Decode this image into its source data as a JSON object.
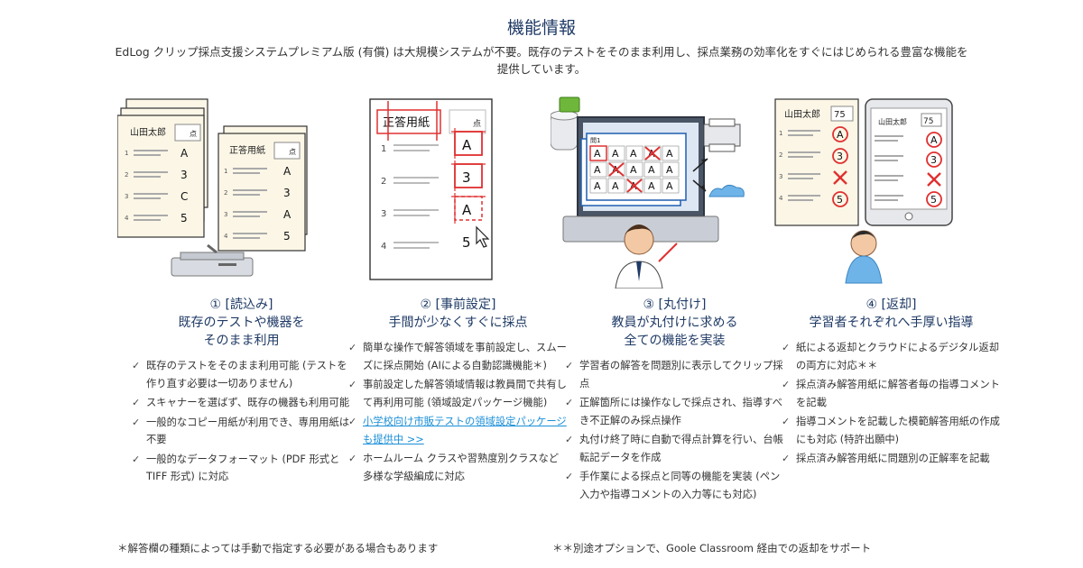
{
  "title": "機能情報",
  "intro": "EdLog クリップ採点支援システムプレミアム版 (有償) は大規模システムが不要。既存のテストをそのまま利用し、採点業務の効率化をすぐにはじめられる豊富な機能を提供しています。",
  "steps": [
    {
      "num": "① [読込み]",
      "heading": [
        "既存のテストや機器を",
        "そのまま利用"
      ],
      "bullets": [
        "既存のテストをそのまま利用可能 (テストを作り直す必要は一切ありません)",
        "スキャナーを選ばず、既存の機器も利用可能",
        "一般的なコピー用紙が利用でき、専用用紙は不要",
        "一般的なデータフォーマット (PDF 形式と TIFF 形式) に対応"
      ]
    },
    {
      "num": "② [事前設定]",
      "heading": [
        "手間が少なくすぐに採点"
      ],
      "bullets": [
        "簡単な操作で解答領域を事前設定し、スムーズに採点開始 (AIによる自動認識機能＊)",
        "事前設定した解答領域情報は教員間で共有して再利用可能 (領域設定パッケージ機能)",
        "小学校向け市販テストの領域設定パッケージも提供中 >>",
        "ホームルーム クラスや習熟度別クラスなど多様な学級編成に対応"
      ]
    },
    {
      "num": "③ [丸付け]",
      "heading": [
        "教員が丸付けに求める",
        "全ての機能を実装"
      ],
      "bullets": [
        "学習者の解答を問題別に表示してクリップ採点",
        "正解箇所には操作なしで採点され、指導すべき不正解のみ採点操作",
        "丸付け終了時に自動で得点計算を行い、台帳転記データを作成",
        "手作業による採点と同等の機能を実装 (ペン入力や指導コメントの入力等にも対応)"
      ]
    },
    {
      "num": "④ [返却]",
      "heading": [
        "学習者それぞれへ手厚い指導"
      ],
      "bullets": [
        "紙による返却とクラウドによるデジタル返却の両方に対応＊＊",
        "採点済み解答用紙に解答者毎の指導コメントを記載",
        "指導コメントを記載した模範解答用紙の作成にも対応 (特許出願中)",
        "採点済み解答用紙に問題別の正解率を記載"
      ]
    }
  ],
  "illustrations": {
    "read": {
      "sheet1_name": "山田太郎",
      "sheet2_name": "正答用紙",
      "point_label": "点",
      "sheet1_answers": [
        "A",
        "3",
        "C",
        "5"
      ],
      "sheet2_answers": [
        "A",
        "3",
        "A",
        "5"
      ],
      "row_numbers": [
        "1",
        "2",
        "3",
        "4"
      ]
    },
    "setup": {
      "sheet_title": "正答用紙",
      "point_label": "点",
      "answers": [
        "A",
        "3",
        "A",
        "5"
      ],
      "row_numbers": [
        "1",
        "2",
        "3",
        "4"
      ]
    },
    "mark": {
      "grid_label": "問1",
      "grid_rows": [
        [
          "A",
          "A",
          "A",
          "A",
          "A"
        ],
        [
          "A",
          "A",
          "A",
          "A",
          "A"
        ],
        [
          "A",
          "A",
          "A",
          "A",
          "A"
        ]
      ]
    },
    "return": {
      "name": "山田太郎",
      "score": "75",
      "point_label": "点",
      "marks": [
        "A",
        "3",
        "X",
        "5"
      ],
      "row_numbers": [
        "1",
        "2",
        "3",
        "4"
      ]
    }
  },
  "footnotes": {
    "left": "＊解答欄の種類によっては手動で指定する必要がある場合もあります",
    "right": "＊＊別途オプションで、Goole Classroom 経由での返却をサポート"
  },
  "colors": {
    "accent_navy": "#1f3a66",
    "link_blue": "#1a8fd8",
    "mark_red": "#e03030",
    "paper": "#fbf6e6"
  }
}
